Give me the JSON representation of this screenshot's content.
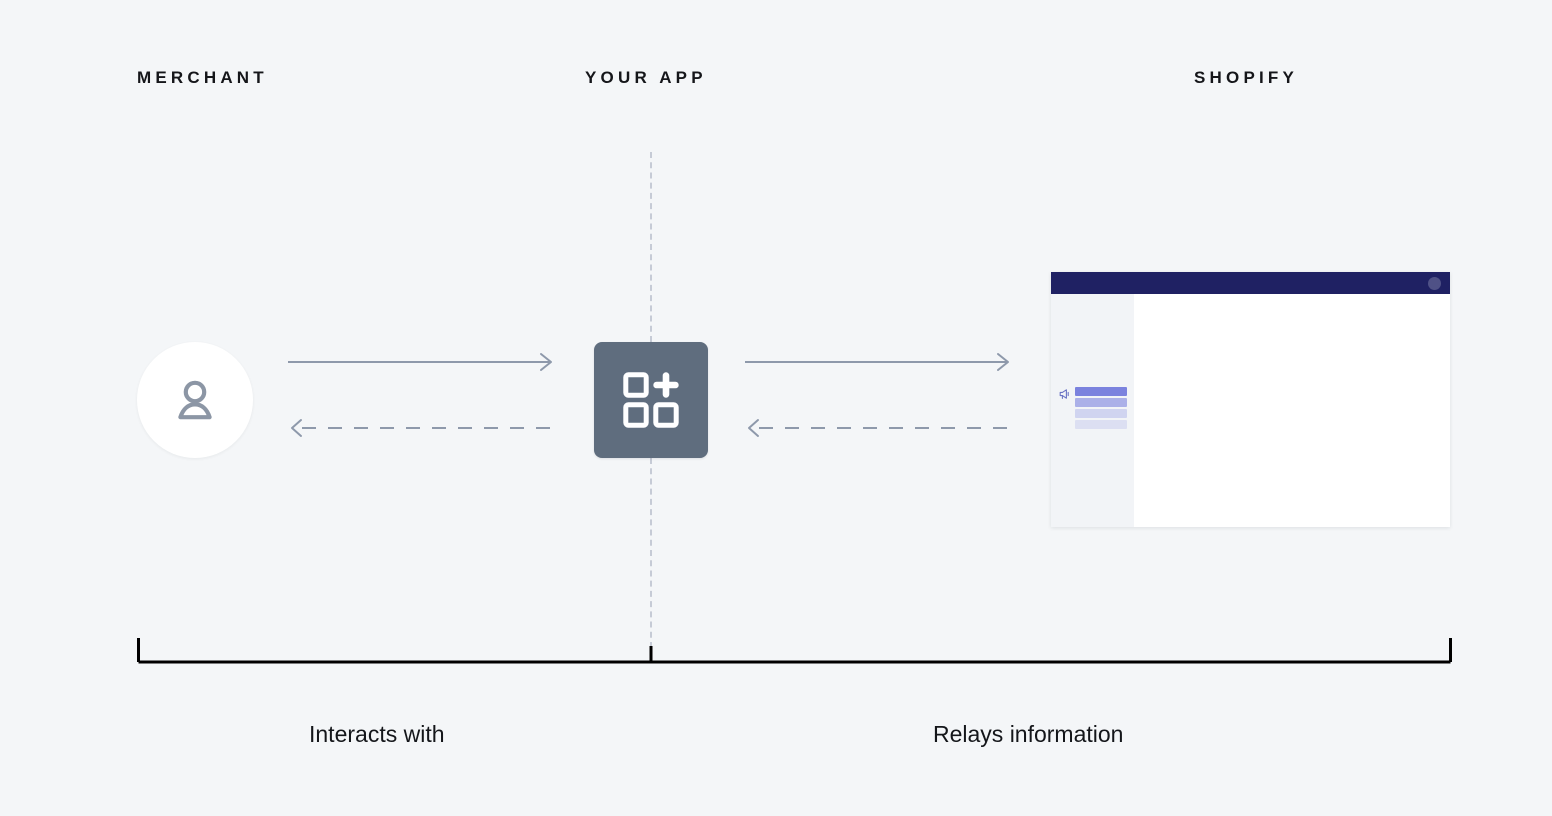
{
  "diagram": {
    "title": "Merchant / Your App / Shopify interaction flow",
    "background_color": "#f4f6f8"
  },
  "columns": [
    {
      "id": "merchant",
      "label": "MERCHANT"
    },
    {
      "id": "your_app",
      "label": "YOUR APP"
    },
    {
      "id": "shopify",
      "label": "SHOPIFY"
    }
  ],
  "nodes": {
    "merchant": {
      "icon": "person-icon",
      "shape": "circle",
      "fill": "#ffffff",
      "icon_color": "#8c96a5"
    },
    "your_app": {
      "icon": "apps-plus-icon",
      "shape": "rounded-square",
      "fill": "#5f6d7e",
      "icon_color": "#ffffff"
    },
    "shopify": {
      "icon": "browser-window-icon",
      "titlebar_color": "#1f2163",
      "window_dot_color": "#4f5186",
      "sidebar_color": "#f2f4f7",
      "content_color": "#ffffff",
      "nav_accent_color": "#7b82de",
      "sidebar_icon": "megaphone-icon",
      "nav_placeholder_count": 4
    }
  },
  "connections": [
    {
      "id": "merchant-to-app",
      "from": "merchant",
      "to": "your_app",
      "style": "solid",
      "direction": "right",
      "color": "#8e99ab"
    },
    {
      "id": "app-to-merchant",
      "from": "your_app",
      "to": "merchant",
      "style": "dashed",
      "direction": "left",
      "color": "#8e99ab"
    },
    {
      "id": "app-to-shopify",
      "from": "your_app",
      "to": "shopify",
      "style": "solid",
      "direction": "right",
      "color": "#8e99ab"
    },
    {
      "id": "shopify-to-app",
      "from": "shopify",
      "to": "your_app",
      "style": "dashed",
      "direction": "left",
      "color": "#8e99ab"
    }
  ],
  "divider": {
    "style": "dashed",
    "color": "#c6cbd6"
  },
  "bracket": {
    "color": "#000000",
    "segments": [
      {
        "id": "interacts-with",
        "label": "Interacts with"
      },
      {
        "id": "relays-information",
        "label": "Relays information"
      }
    ]
  }
}
